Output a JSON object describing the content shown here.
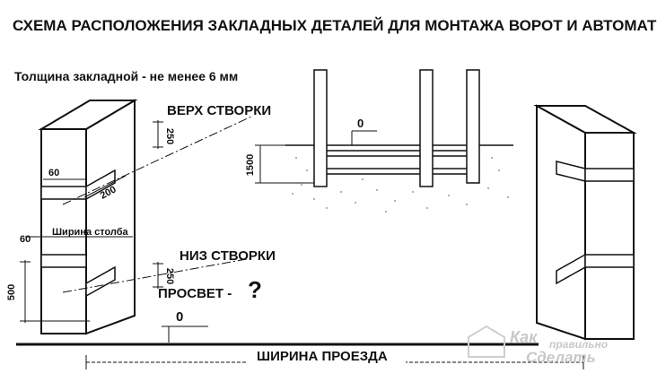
{
  "title": "СХЕМА РАСПОЛОЖЕНИЯ ЗАКЛАДНЫХ ДЕТАЛЕЙ  ДЛЯ МОНТАЖА ВОРОТ И АВТОМАТИКИ",
  "subtitle": "Толщина закладной - не менее 6 мм",
  "labels": {
    "top_leaf": "ВЕРХ СТВОРКИ",
    "bottom_leaf": "НИЗ СТВОРКИ",
    "clearance": "ПРОСВЕТ -",
    "question": "?",
    "passage_width": "ШИРИНА ПРОЕЗДА",
    "post_width": "Ширина столба"
  },
  "dimensions": {
    "d250_top": "250",
    "d60_top": "60",
    "d200": "200",
    "d60_mid": "60",
    "d250_bottom": "250",
    "d500": "500",
    "zero_ground": "0",
    "zero_detail": "0",
    "d1500": "1500"
  },
  "watermark": {
    "line1": "Как",
    "line2": "правильно",
    "line3": "Сделать"
  }
}
